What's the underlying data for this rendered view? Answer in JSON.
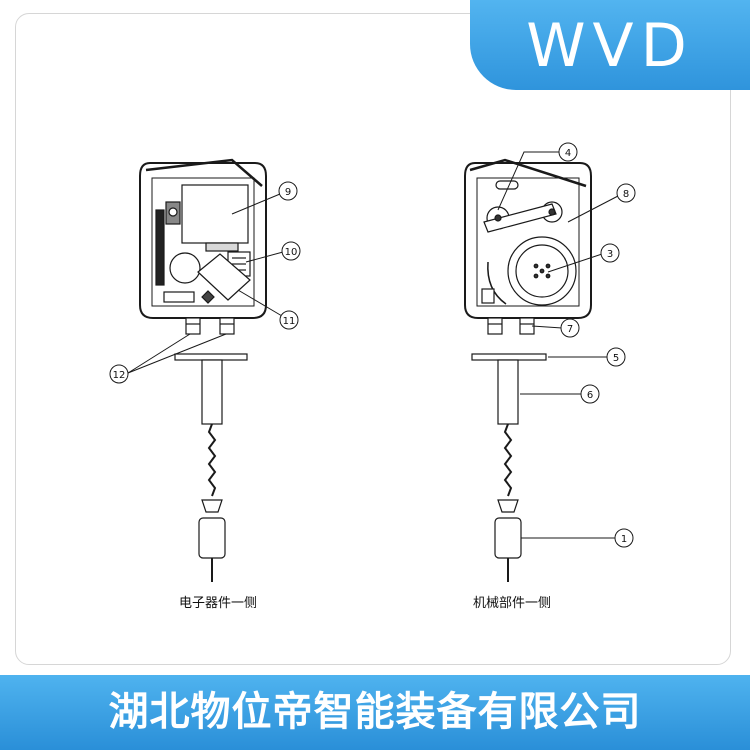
{
  "brand": {
    "logo_text": "WVD"
  },
  "footer": {
    "company_name": "湖北物位帝智能装备有限公司"
  },
  "diagram": {
    "left_caption": "电子器件一侧",
    "right_caption": "机械部件一侧",
    "callouts": {
      "c1": "1",
      "c3": "3",
      "c4": "4",
      "c5": "5",
      "c6": "6",
      "c7": "7",
      "c8": "8",
      "c9": "9",
      "c10": "10",
      "c11": "11",
      "c12": "12"
    }
  },
  "colors": {
    "accent": "#3aa0e4",
    "line": "#1a1a1a"
  }
}
